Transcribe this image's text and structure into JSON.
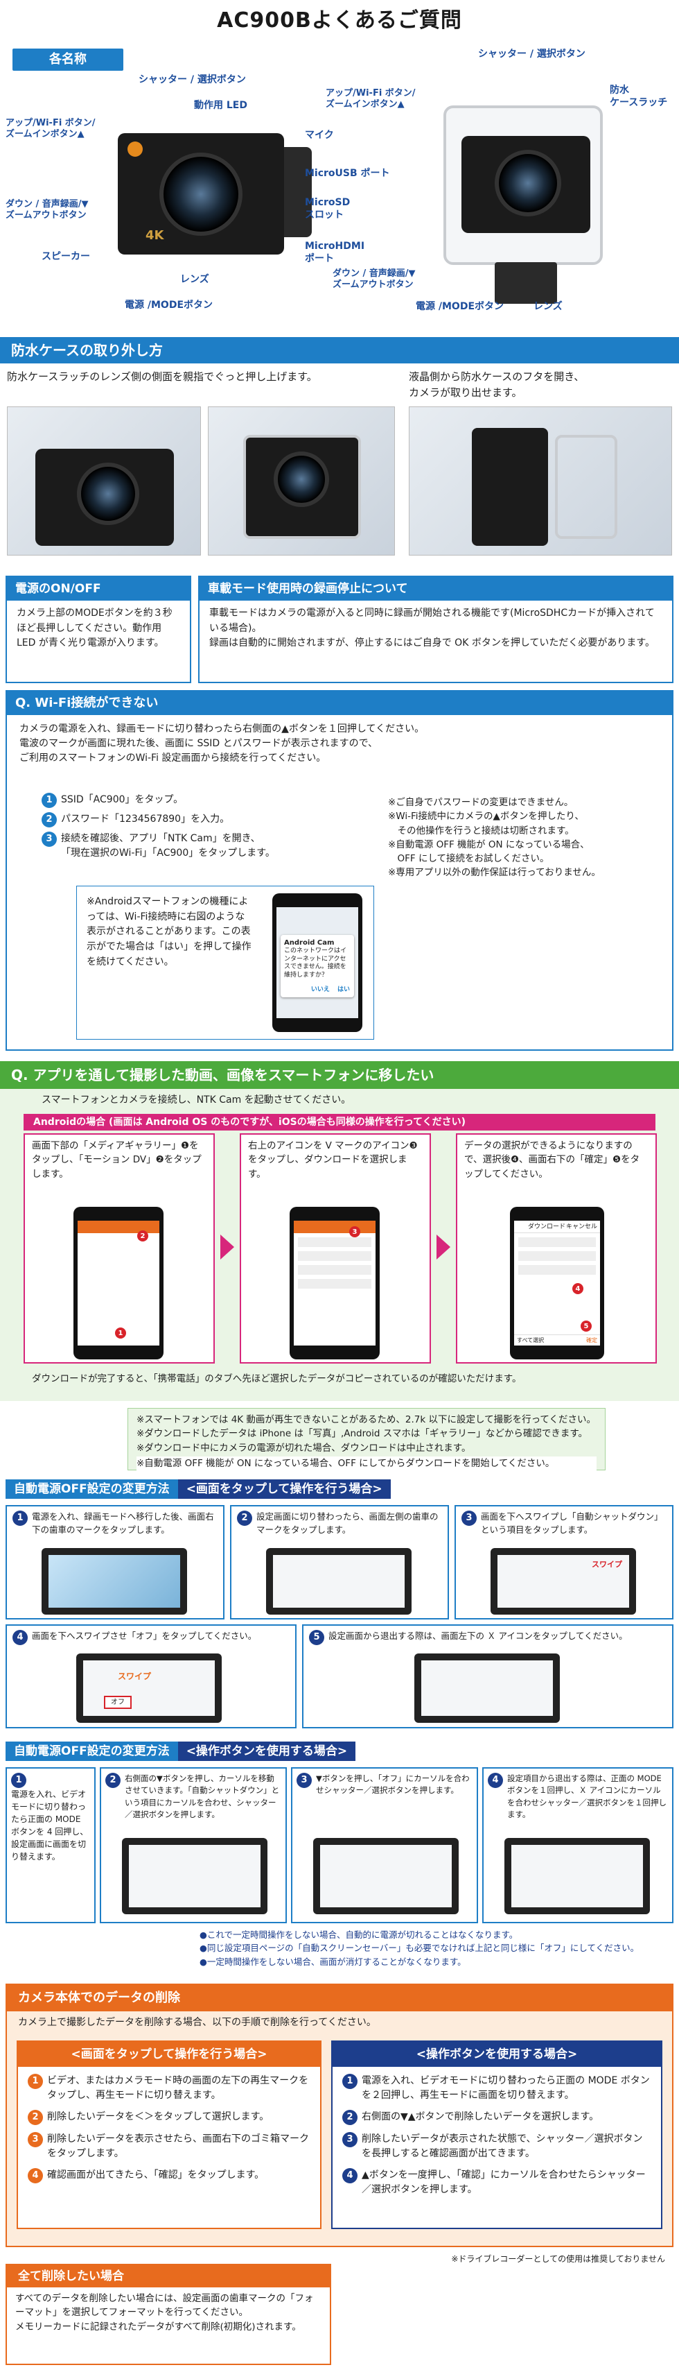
{
  "title": "AC900Bよくあるご質問",
  "names": {
    "heading": "各名称",
    "left_labels": [
      "シャッター / 選択ボタン",
      "動作用 LED",
      "アップ/Wi-Fi ボタン/\nズームインボタン▲",
      "マイク",
      "MicroUSB ポート",
      "MicroSD\nスロット",
      "MicroHDMI\nポート",
      "ダウン / 音声録画/▼\nズームアウトボタン",
      "スピーカー",
      "レンズ",
      "電源 /MODEボタン"
    ],
    "right_labels": [
      "シャッター / 選択ボタン",
      "アップ/Wi-Fi ボタン/\nズームインボタン▲",
      "防水\nケースラッチ",
      "ダウン / 音声録画/▼\nズームアウトボタン",
      "電源 /MODEボタン",
      "レンズ"
    ]
  },
  "case": {
    "heading": "防水ケースの取り外し方",
    "step1": "防水ケースラッチのレンズ側の側面を親指でぐっと押し上げます。",
    "step2": "液晶側から防水ケースのフタを開き、\nカメラが取り出せます。"
  },
  "power": {
    "heading": "電源のON/OFF",
    "text": "カメラ上部のMODEボタンを約３秒ほど長押ししてください。動作用 LED が青く光り電源が入ります。"
  },
  "car": {
    "heading": "車載モード使用時の録画停止について",
    "text": "車載モードはカメラの電源が入ると同時に録画が開始される機能です(MicroSDHCカードが挿入されている場合)。\n録画は自動的に開始されますが、停止するにはご自身で OK ボタンを押していただく必要があります。"
  },
  "wifi": {
    "heading": "Q. Wi-Fi接続ができない",
    "intro": "カメラの電源を入れ、録画モードに切り替わったら右側面の▲ボタンを１回押してください。\n電波のマークが画面に現れた後、画面に SSID とパスワードが表示されますので、\nご利用のスマートフォンのWi-Fi 設定画面から接続を行ってください。",
    "steps": [
      "SSID「AC900」をタップ。",
      "パスワード「1234567890」を入力。",
      "接続を確認後、アプリ「NTK Cam」を開き、\n「現在選択のWi-Fi」「AC900」をタップします。"
    ],
    "password": "1234567890",
    "notes": [
      "※ご自身でパスワードの変更はできません。",
      "※Wi-Fi接続中にカメラの▲ボタンを押したり、\n　その他操作を行うと接続は切断されます。",
      "※自動電源 OFF 機能が ON になっている場合、\n　OFF にして接続をお試しください。",
      "※専用アプリ以外の動作保証は行っておりません。"
    ],
    "android_note": "※Androidスマートフォンの機種によっては、Wi-Fi接続時に右図のような表示がされることがあります。この表示がでた場合は「はい」を押して操作を続けてください。",
    "phone_dialog": {
      "title": "Android Cam",
      "body": "このネットワークはインターネットにアクセスできません。接続を維持しますか？",
      "yes": "はい",
      "no": "いいえ"
    }
  },
  "transfer": {
    "heading": "Q. アプリを通して撮影した動画、画像をスマートフォンに移したい",
    "intro": "スマートフォンとカメラを接続し、NTK Cam を起動させてください。",
    "android_bar": "Androidの場合 (画面は Android OS のものですが、iOSの場合も同様の操作を行ってください)",
    "steps": [
      "画面下部の「メディアギャラリー」❶をタップし、「モーション DV」❷をタップします。",
      "右上のアイコンを V マークのアイコン❸をタップし、ダウンロードを選択します。",
      "データの選択ができるようになりますので、選択後❹、画面右下の「確定」❺をタップしてください。"
    ],
    "phone_labels": {
      "download": "ダウンロード",
      "cancel": "キャンセル",
      "select_all": "すべて選択",
      "confirm": "確定"
    },
    "done_text": "ダウンロードが完了すると、「携帯電話」のタブへ先ほど選択したデータがコピーされているのが確認いただけます。",
    "notes": [
      "※スマートフォンでは 4K 動画が再生できないことがあるため、2.7k 以下に設定して撮影を行ってください。",
      "※ダウンロードしたデータは iPhone は「写真」,Android スマホは「ギャラリー」などから確認できます。",
      "※ダウンロード中にカメラの電源が切れた場合、ダウンロードは中止されます。"
    ],
    "auto_note": "※自動電源 OFF 機能が ON になっている場合、OFF にしてからダウンロードを開始してください。"
  },
  "autooff_touch": {
    "heading": "自動電源OFF設定の変更方法",
    "sub": "<画面をタップして操作を行う場合>",
    "steps": [
      "電源を入れ、録画モードへ移行した後、画面右下の歯車のマークをタップします。",
      "設定画面に切り替わったら、画面左側の歯車のマークをタップします。",
      "画面を下へスワイプし「自動シャットダウン」という項目をタップします。",
      "画面を下へスワイプさせ「オフ」をタップしてください。",
      "設定画面から退出する際は、画面左下の Ｘ アイコンをタップしてください。"
    ],
    "swipe": "スワイプ",
    "off": "オフ"
  },
  "autooff_btn": {
    "heading": "自動電源OFF設定の変更方法",
    "sub": "<操作ボタンを使用する場合>",
    "steps": [
      "電源を入れ、ビデオモードに切り替わったら正面の MODE ボタンを 4 回押し、設定画面に画面を切り替えます。",
      "右側面の▼ボタンを押し、カーソルを移動させていきます。「自動シャットダウン」という項目にカーソルを合わせ、シャッター／選択ボタンを押します。",
      "▼ボタンを押し、「オフ」にカーソルを合わせシャッター／選択ボタンを押します。",
      "設定項目から退出する際は、正面の MODE ボタンを１回押し、Ｘ アイコンにカーソルを合わせシャッター／選択ボタンを１回押します。"
    ],
    "footnotes": [
      "●これで一定時間操作をしない場合、自動的に電源が切れることはなくなります。",
      "●同じ設定項目ページの「自動スクリーンセーバー」も必要でなければ上記と同じ様に「オフ」にしてください。",
      "●一定時間操作をしない場合、画面が消灯することがなくなります。"
    ]
  },
  "delete": {
    "heading": "カメラ本体でのデータの削除",
    "intro": "カメラ上で撮影したデータを削除する場合、以下の手順で削除を行ってください。",
    "touch_head": "<画面をタップして操作を行う場合>",
    "touch_steps": [
      "ビデオ、またはカメラモード時の画面の左下の再生マークをタップし、再生モードに切り替えます。",
      "削除したいデータを＜＞をタップして選択します。",
      "削除したいデータを表示させたら、画面右下のゴミ箱マークをタップします。",
      "確認画面が出てきたら、「確認」をタップします。"
    ],
    "btn_head": "<操作ボタンを使用する場合>",
    "btn_steps": [
      "電源を入れ、ビデオモードに切り替わったら正面の MODE ボタンを２回押し、再生モードに画面を切り替えます。",
      "右側面の▼▲ボタンで削除したいデータを選択します。",
      "削除したいデータが表示された状態で、シャッター／選択ボタンを長押しすると確認画面が出てきます。",
      "▲ボタンを一度押し、「確認」にカーソルを合わせたらシャッター／選択ボタンを押します。"
    ],
    "footnote": "※ドライブレコーダーとしての使用は推奨しておりません"
  },
  "delete_all": {
    "heading": "全て削除したい場合",
    "text": "すべてのデータを削除したい場合には、設定画面の歯車マークの「フォーマット」を選択してフォーマットを行ってください。\nメモリーカードに記録されたデータがすべて削除(初期化)されます。"
  },
  "colors": {
    "blue": "#1e7ec6",
    "green": "#4caa3c",
    "orange": "#e86b1e",
    "navy": "#1d3e8c",
    "pink": "#d7267b",
    "red": "#d8232a"
  }
}
